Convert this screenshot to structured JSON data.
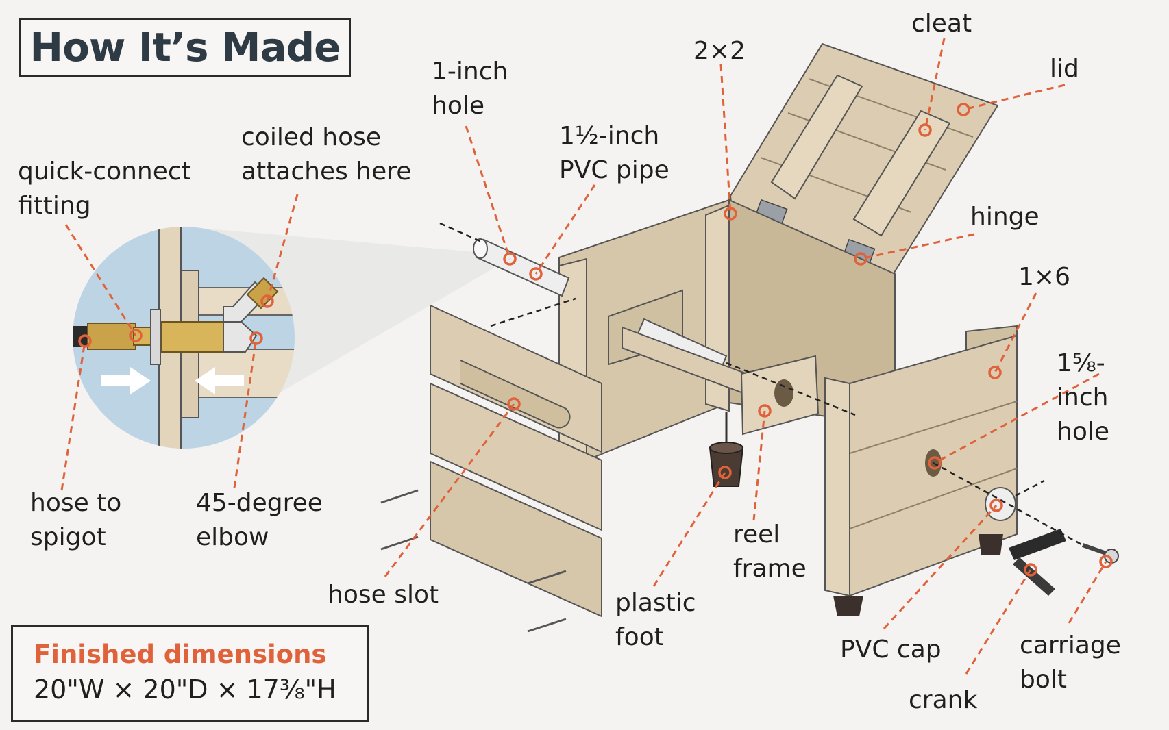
{
  "title": "How It’s Made",
  "dimensions": {
    "heading": "Finished dimensions",
    "value": "20\"W × 20\"D × 17⅜\"H"
  },
  "labels": {
    "quick_connect": [
      "quick-connect",
      "fitting"
    ],
    "coiled_hose": [
      "coiled hose",
      "attaches here"
    ],
    "one_inch_hole": [
      "1-inch",
      "hole"
    ],
    "pvc_pipe": [
      "1½-inch",
      "PVC pipe"
    ],
    "two_by_two": [
      "2×2"
    ],
    "cleat": [
      "cleat"
    ],
    "lid": [
      "lid"
    ],
    "hinge": [
      "hinge"
    ],
    "one_by_six": [
      "1×6"
    ],
    "five_eighth_hole": [
      "1⅝-",
      "inch",
      "hole"
    ],
    "hose_to_spigot": [
      "hose to",
      "spigot"
    ],
    "elbow": [
      "45-degree",
      "elbow"
    ],
    "hose_slot": [
      "hose slot"
    ],
    "plastic_foot": [
      "plastic",
      "foot"
    ],
    "reel_frame": [
      "reel",
      "frame"
    ],
    "pvc_cap": [
      "PVC cap"
    ],
    "crank": [
      "crank"
    ],
    "carriage_bolt": [
      "carriage",
      "bolt"
    ]
  },
  "colors": {
    "leader": "#e0623a",
    "wood": "#dccdb2",
    "wood_dark": "#c9b898",
    "inset_bg": "#bcd4e4",
    "text": "#1f1f1f",
    "title": "#2f3b44"
  }
}
